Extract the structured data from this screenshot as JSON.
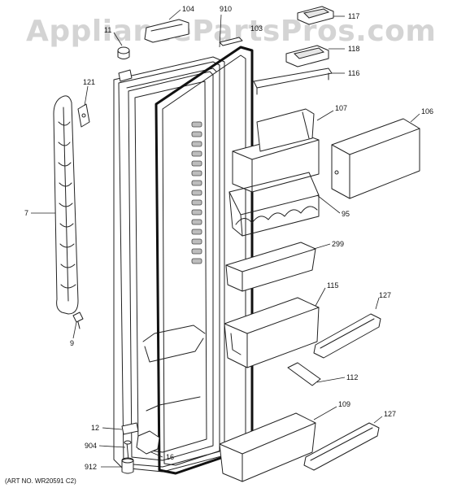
{
  "watermark": "AppliancePartsPros.com",
  "art_number": "(ART NO. WR20591 C2)",
  "callouts": {
    "c104": "104",
    "c910": "910",
    "c11": "11",
    "c103": "103",
    "c117": "117",
    "c118": "118",
    "c116": "116",
    "c121": "121",
    "c107": "107",
    "c106": "106",
    "c7": "7",
    "c95": "95",
    "c299": "299",
    "c115": "115",
    "c127a": "127",
    "c9": "9",
    "c112": "112",
    "c109": "109",
    "c127b": "127",
    "c12": "12",
    "c904": "904",
    "c16": "16",
    "c912": "912"
  }
}
